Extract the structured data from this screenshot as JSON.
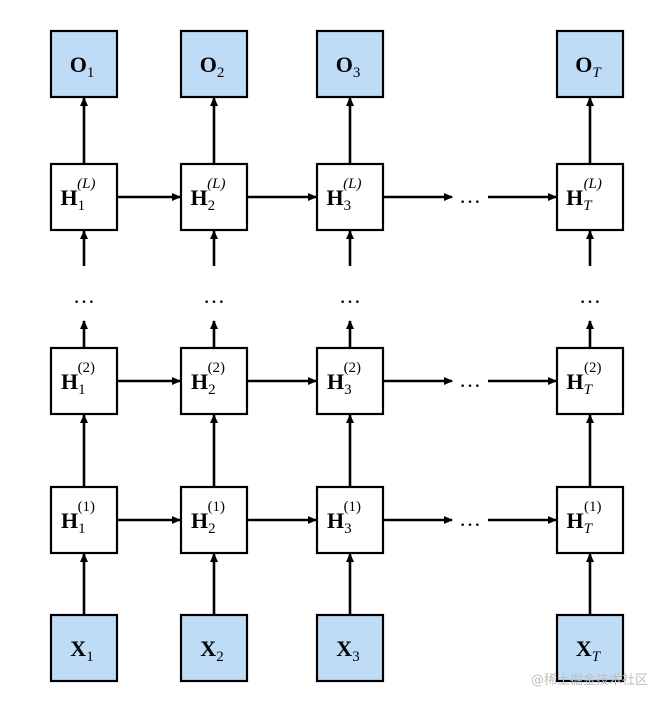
{
  "colors": {
    "input_output_fill": "#bfdcf7",
    "hidden_fill": "#ffffff",
    "stroke": "#000000"
  },
  "columns": [
    {
      "sub": "1",
      "italic": false
    },
    {
      "sub": "2",
      "italic": false
    },
    {
      "sub": "3",
      "italic": false
    },
    {
      "sub": "T",
      "italic": true
    }
  ],
  "outputs": {
    "symbol": "O"
  },
  "inputs": {
    "symbol": "X"
  },
  "hidden": {
    "symbol": "H",
    "layers": [
      {
        "sup": "(L)",
        "sup_italic": true
      },
      {
        "sup": "(2)",
        "sup_italic": false
      },
      {
        "sup": "(1)",
        "sup_italic": false
      }
    ]
  },
  "ellipsis": "…",
  "watermark": "@稀土掘金技术社区"
}
